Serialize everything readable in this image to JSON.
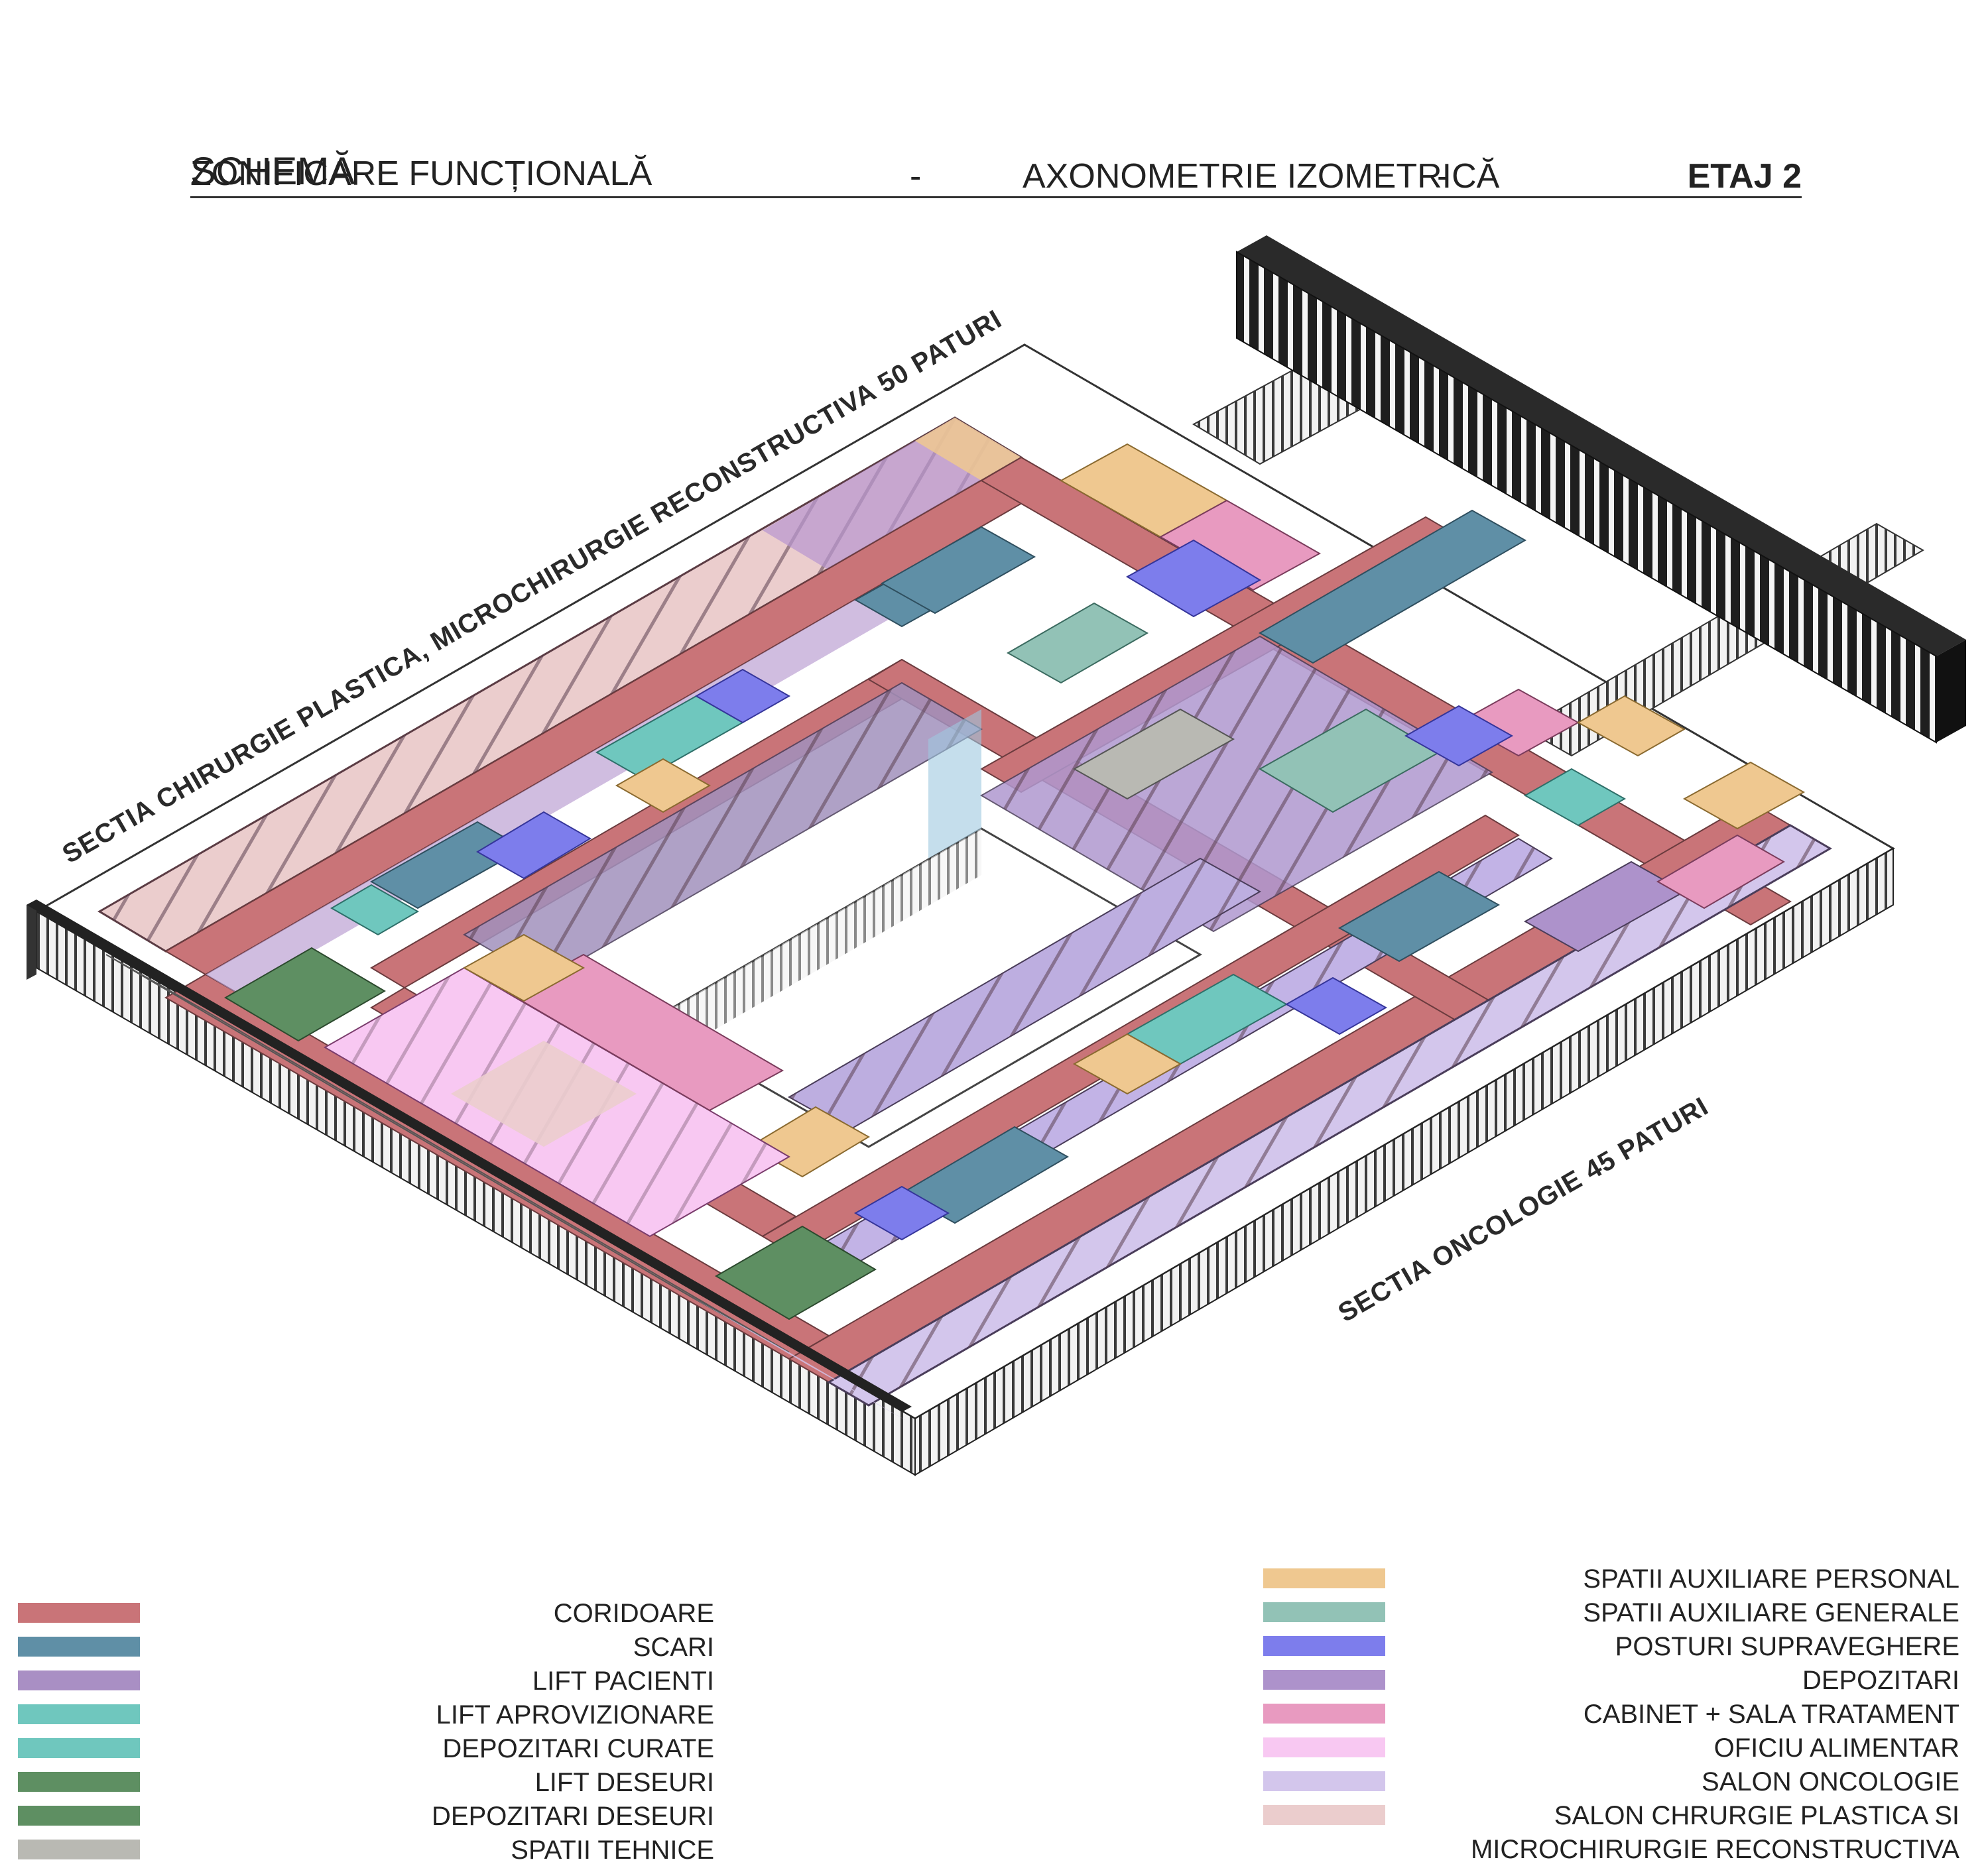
{
  "title": {
    "main_big": "SCHEMĂ",
    "main_rest": " ZONIFICARE FUNCȚIONALĂ",
    "dash1": "-",
    "sub": "AXONOMETRIE IZOMETRICĂ",
    "dash2": "-",
    "floor": "ETAJ 2"
  },
  "sections": {
    "left": "SECTIA CHIRURGIE PLASTICA, MICROCHIRURGIE RECONSTRUCTIVA 50 PATURI",
    "right": "SECTIA ONCOLOGIE 45 PATURI"
  },
  "colors": {
    "coridoare": "#c97478",
    "scari": "#5f8fa6",
    "lift_pacienti": "#a98fc4",
    "lift_aprovizionare": "#6fc7be",
    "depozitari_curate": "#6fc7be",
    "lift_deseuri": "#5e8f62",
    "depozitari_deseuri": "#5e8f62",
    "spatii_tehnice": "#b9b9b3",
    "aux_personal": "#efc890",
    "aux_generale": "#92c2b6",
    "posturi": "#7d7dec",
    "depozitari": "#ad92cb",
    "cabinet": "#e89ac0",
    "oficiu": "#f8c8f2",
    "salon_onco": "#d3c6ec",
    "salon_plastica": "#ebcdcd"
  },
  "legend": {
    "left": [
      {
        "label": "CORIDOARE",
        "color": "#c97478"
      },
      {
        "label": "SCARI",
        "color": "#5f8fa6"
      },
      {
        "label": "LIFT PACIENTI",
        "color": "#a98fc4"
      },
      {
        "label": "LIFT APROVIZIONARE",
        "color": "#6fc7be"
      },
      {
        "label": "DEPOZITARI CURATE",
        "color": "#6fc7be"
      },
      {
        "label": "LIFT DESEURI",
        "color": "#5e8f62"
      },
      {
        "label": "DEPOZITARI DESEURI",
        "color": "#5e8f62"
      },
      {
        "label": "SPATII TEHNICE",
        "color": "#b9b9b3"
      }
    ],
    "right": [
      {
        "label": "SPATII AUXILIARE PERSONAL",
        "color": "#efc890"
      },
      {
        "label": "SPATII AUXILIARE GENERALE",
        "color": "#92c2b6"
      },
      {
        "label": "POSTURI SUPRAVEGHERE",
        "color": "#7d7dec"
      },
      {
        "label": "DEPOZITARI",
        "color": "#ad92cb"
      },
      {
        "label": "CABINET + SALA TRATAMENT",
        "color": "#e89ac0"
      },
      {
        "label": "OFICIU ALIMENTAR",
        "color": "#f8c8f2"
      },
      {
        "label": "SALON ONCOLOGIE",
        "color": "#d3c6ec"
      },
      {
        "label": "SALON CHRURGIE PLASTICA SI",
        "color": "#ebcdcd"
      },
      {
        "label": "MICROCHIRURGIE RECONSTRUCTIVA",
        "color": null
      }
    ]
  }
}
